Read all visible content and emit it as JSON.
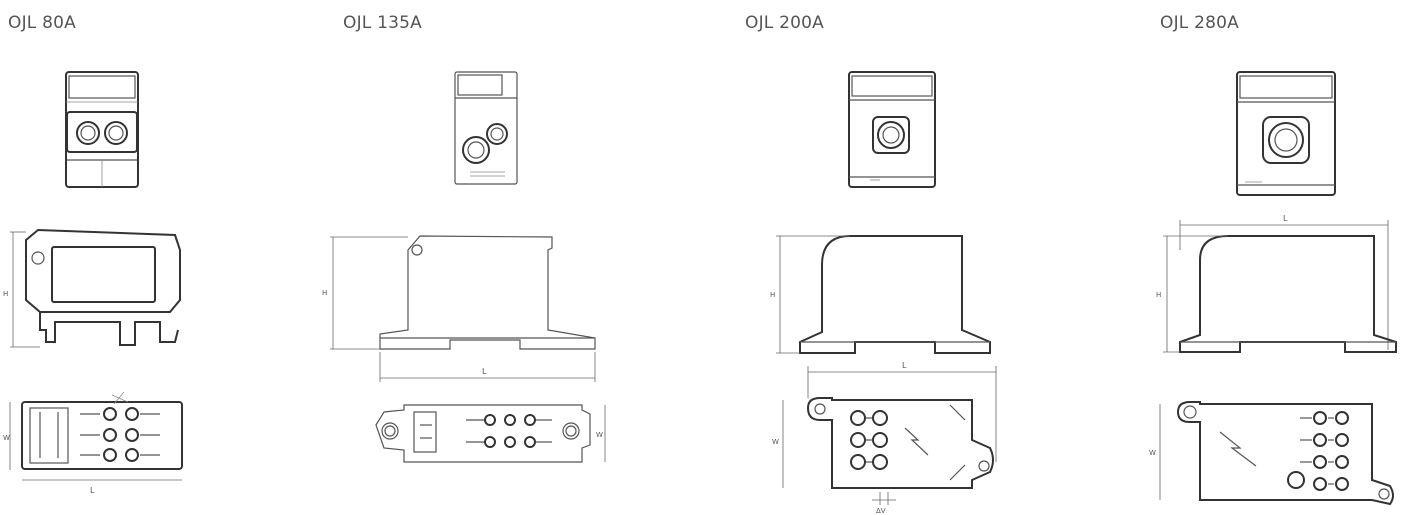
{
  "products": [
    {
      "title": "OJL 80A"
    },
    {
      "title": "OJL 135A"
    },
    {
      "title": "OJL 200A"
    },
    {
      "title": "OJL 280A"
    }
  ],
  "dimension_labels": {
    "height": "H",
    "length": "L",
    "width": "W",
    "rail": "ΔV"
  },
  "colors": {
    "line": "#555555",
    "background": "#ffffff"
  },
  "icons": [
    "front-view-drawing",
    "side-view-drawing",
    "top-view-drawing",
    "lightning-bolt-icon"
  ]
}
